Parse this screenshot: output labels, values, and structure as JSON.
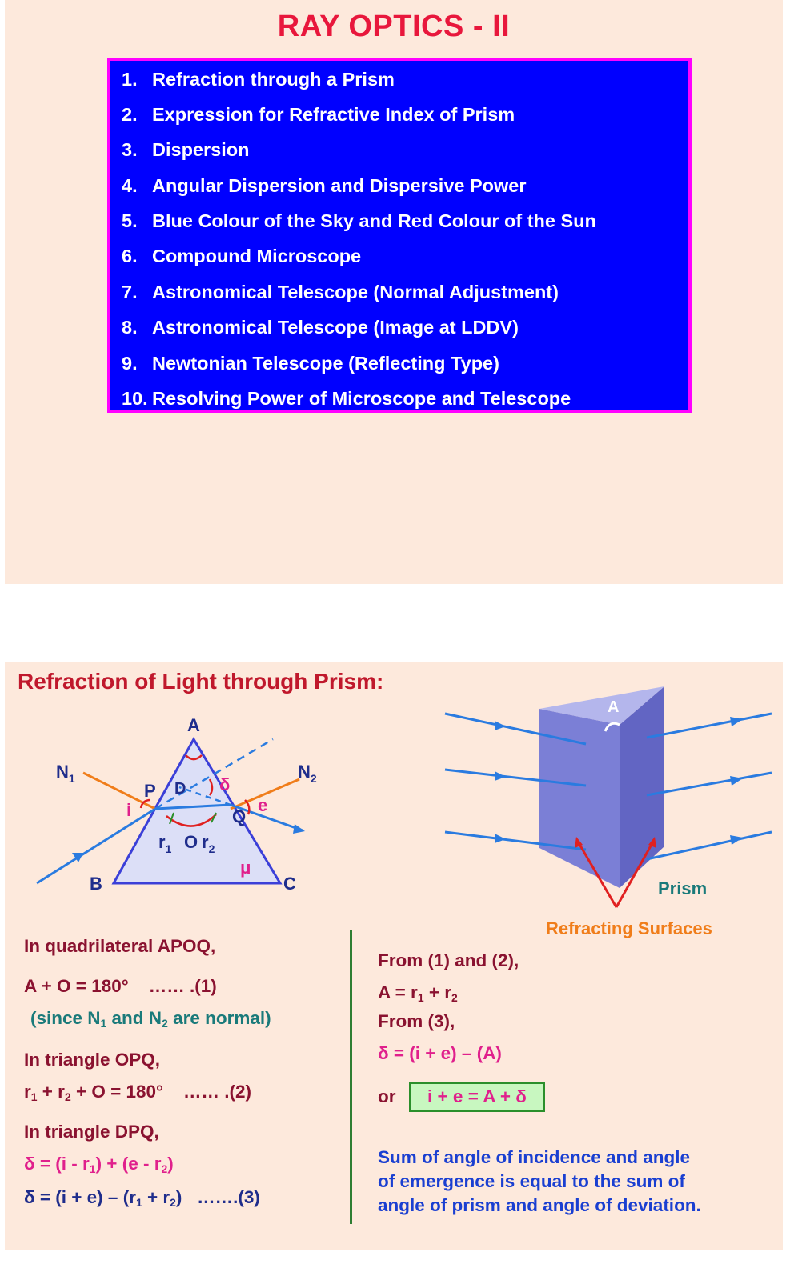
{
  "slide1": {
    "title": "RAY OPTICS - II",
    "toc": [
      {
        "num": "1.",
        "label": "Refraction through a Prism"
      },
      {
        "num": "2.",
        "label": "Expression for Refractive Index of Prism"
      },
      {
        "num": "3.",
        "label": "Dispersion"
      },
      {
        "num": "4.",
        "label": "Angular Dispersion and Dispersive Power"
      },
      {
        "num": "5.",
        "label": "Blue Colour of the Sky and Red Colour of the Sun"
      },
      {
        "num": "6.",
        "label": "Compound Microscope"
      },
      {
        "num": "7.",
        "label": "Astronomical Telescope (Normal Adjustment)"
      },
      {
        "num": "8.",
        "label": "Astronomical Telescope (Image at LDDV)"
      },
      {
        "num": "9.",
        "label": "Newtonian Telescope (Reflecting Type)"
      },
      {
        "num": "10.",
        "label": "Resolving Power of Microscope and Telescope"
      }
    ]
  },
  "slide2": {
    "title": "Refraction of Light through Prism:",
    "diagram_labels": {
      "A": "A",
      "B": "B",
      "C": "C",
      "P": "P",
      "Q": "Q",
      "D": "D",
      "O": "O",
      "N1": "N",
      "N2": "N",
      "sub1": "1",
      "sub2": "2",
      "i": "i",
      "e": "e",
      "delta": "δ",
      "mu": "μ",
      "r": "r"
    },
    "prism3d": {
      "apex_label": "A",
      "prism_label": "Prism",
      "surfaces_label": "Refracting Surfaces"
    },
    "left": {
      "line1": "In quadrilateral  APOQ,",
      "eq1": "A + O = 180°",
      "eq1_tag": "…… .(1)",
      "note_pre": "(since N",
      "note_mid": " and N",
      "note_post": " are normal)",
      "line2": "In triangle OPQ,",
      "eq2_tag": "…… .(2)",
      "line3": "In triangle DPQ,",
      "eq3_tag": "…….(3)"
    },
    "right": {
      "from12": "From (1) and (2),",
      "from3": "From (3),",
      "eq_dev": "δ  = (i + e) – (A)",
      "or": "or",
      "boxed": "i + e = A + δ",
      "summary": [
        "Sum of angle of incidence and angle",
        "of emergence is equal to the sum of",
        "angle of prism and angle of deviation."
      ]
    }
  }
}
